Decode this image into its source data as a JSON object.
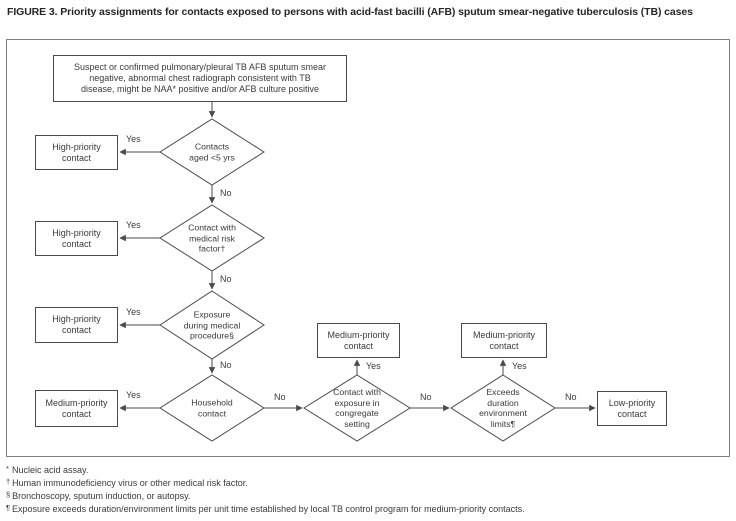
{
  "title": "FIGURE 3. Priority assignments for contacts exposed to persons with acid-fast bacilli (AFB) sputum smear-negative tuberculosis (TB) cases",
  "labels": {
    "yes": "Yes",
    "no": "No"
  },
  "start_box": {
    "lines": [
      "Suspect or confirmed pulmonary/pleural TB AFB sputum smear",
      "negative, abnormal chest radiograph consistent with TB",
      "disease, might be NAA* positive and/or AFB culture positive"
    ]
  },
  "decisions": [
    {
      "text": "Contacts aged <5 yrs",
      "lines": [
        "Contacts",
        "aged <5 yrs"
      ],
      "yes_to": "High-priority contact",
      "no_to": "Contact with medical risk factor"
    },
    {
      "text": "Contact with medical risk factor†",
      "lines": [
        "Contact with",
        "medical risk",
        "factor†"
      ],
      "yes_to": "High-priority contact",
      "no_to": "Exposure during medical procedure"
    },
    {
      "text": "Exposure during medical procedure§",
      "lines": [
        "Exposure",
        "during medical",
        "procedure§"
      ],
      "yes_to": "High-priority contact",
      "no_to": "Household contact"
    },
    {
      "text": "Household contact",
      "lines": [
        "Household",
        "contact"
      ],
      "yes_to": "Medium-priority contact",
      "no_to": "Contact with exposure in congregate setting"
    },
    {
      "text": "Contact with exposure in congregate setting",
      "lines": [
        "Contact with",
        "exposure in",
        "congregate",
        "setting"
      ],
      "yes_to": "Medium-priority contact",
      "no_to": "Exceeds duration environment limits"
    },
    {
      "text": "Exceeds duration environment limits¶",
      "lines": [
        "Exceeds",
        "duration",
        "environment",
        "limits¶"
      ],
      "yes_to": "Medium-priority contact",
      "no_to": "Low-priority contact"
    }
  ],
  "outcomes": [
    {
      "lines": [
        "High-priority",
        "contact"
      ]
    },
    {
      "lines": [
        "High-priority",
        "contact"
      ]
    },
    {
      "lines": [
        "High-priority",
        "contact"
      ]
    },
    {
      "lines": [
        "Medium-priority",
        "contact"
      ]
    },
    {
      "lines": [
        "Medium-priority",
        "contact"
      ]
    },
    {
      "lines": [
        "Medium-priority",
        "contact"
      ]
    },
    {
      "lines": [
        "Low-priority",
        "contact"
      ]
    }
  ],
  "footnotes": [
    {
      "marker": "*",
      "text": "Nucleic acid assay."
    },
    {
      "marker": "†",
      "text": "Human immunodeficiency virus or other medical risk factor."
    },
    {
      "marker": "§",
      "text": "Bronchoscopy, sputum induction, or autopsy."
    },
    {
      "marker": "¶",
      "text": "Exposure exceeds duration/environment limits per unit time established by local TB control program for medium-priority contacts."
    }
  ]
}
